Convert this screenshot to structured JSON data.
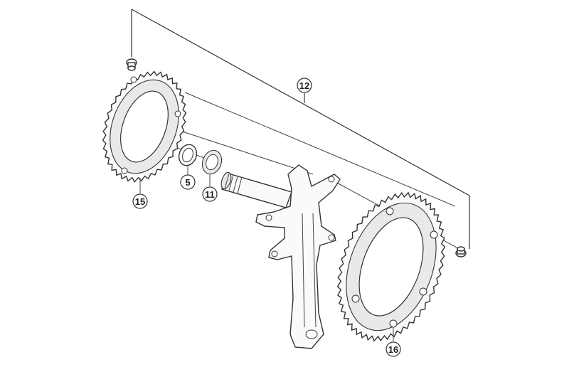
{
  "callouts": {
    "c12": "12",
    "c15": "15",
    "c5": "5",
    "c11": "11",
    "c16": "16"
  },
  "parts": {
    "chainring_small": "chainring-15",
    "chainring_large": "chainring-16",
    "crank_arm": "right-crank-arm",
    "washer": "washer-5",
    "lock_ring": "lock-ring-11",
    "bolt": "chainring-bolt"
  }
}
